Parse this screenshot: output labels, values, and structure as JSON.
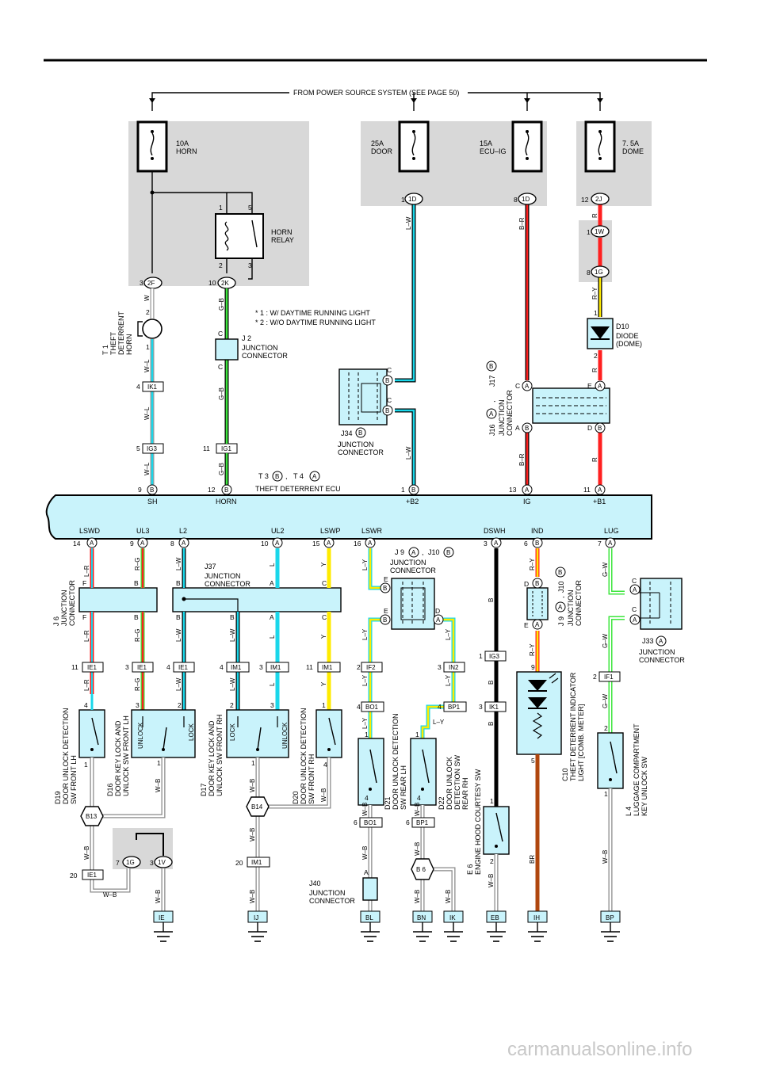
{
  "header": {
    "power_source_note": "FROM POWER SOURCE SYSTEM (SEE PAGE 50)"
  },
  "fuses": {
    "horn": {
      "rating": "10A",
      "name": "HORN"
    },
    "door": {
      "rating": "25A",
      "name": "DOOR"
    },
    "ecu_ig": {
      "rating": "15A",
      "name": "ECU–IG"
    },
    "dome": {
      "rating": "7. 5A",
      "name": "DOME"
    }
  },
  "relay": {
    "name1": "HORN",
    "name2": "RELAY",
    "pins": [
      "1",
      "5",
      "2",
      "3"
    ]
  },
  "footnotes": {
    "n1": "* 1 : W/ DAYTIME RUNNING LIGHT",
    "n2": "* 2 : W/O DAYTIME RUNNING LIGHT"
  },
  "components": {
    "t1": {
      "id": "T 1",
      "l1": "THEFT",
      "l2": "DETERRENT",
      "l3": "HORN"
    },
    "j2": {
      "id": "J 2",
      "l1": "JUNCTION",
      "l2": "CONNECTOR"
    },
    "j34": {
      "id": "J34",
      "l1": "JUNCTION",
      "l2": "CONNECTOR"
    },
    "j16": {
      "id": "J16",
      "sep": ",",
      "id2": "J17",
      "l1": "JUNCTION",
      "l2": "CONNECTOR"
    },
    "d10": {
      "id": "D10",
      "l1": "DIODE",
      "l2": "(DOME)"
    },
    "ecu": {
      "id1": "T 3",
      "sep": ",",
      "id2": "T 4",
      "name": "THEFT DETERRENT ECU"
    },
    "j6": {
      "id": "J 6",
      "l1": "JUNCTION",
      "l2": "CONNECTOR"
    },
    "j37": {
      "id": "J37",
      "l1": "JUNCTION",
      "l2": "CONNECTOR"
    },
    "j9": {
      "id": "J 9",
      "sep": ",",
      "id2": "J10",
      "l1": "JUNCTION",
      "l2": "CONNECTOR"
    },
    "j9b": {
      "id": "J 9",
      "sep": ",",
      "id2": "J10",
      "l1": "JUNCTION",
      "l2": "CONNECTOR"
    },
    "j33": {
      "id": "J33",
      "l1": "JUNCTION",
      "l2": "CONNECTOR"
    },
    "d19": {
      "id": "D19",
      "l1": "DOOR UNLOCK DETECTION",
      "l2": "SW FRONT LH"
    },
    "d16": {
      "id": "D16",
      "l1": "DOOR KEY LOCK AND",
      "l2": "UNLOCK SW FRONT LH"
    },
    "d17": {
      "id": "D17",
      "l1": "DOOR KEY LOCK AND",
      "l2": "UNLOCK SW FRONT RH"
    },
    "d20": {
      "id": "D20",
      "l1": "DOOR UNLOCK DETECTION",
      "l2": "SW FRONT RH"
    },
    "d21": {
      "id": "D21",
      "l1": "DOOR UNLOCK DETECTION",
      "l2": "SW REAR LH"
    },
    "d22": {
      "id": "D22",
      "l1": "DOOR UNLOCK",
      "l2": "DETECTION SW",
      "l3": "REAR RH"
    },
    "e6": {
      "id": "E 6",
      "l1": "ENGINE HOOD COURTESY SW"
    },
    "c10": {
      "id": "C10",
      "l1": "THEFT DETERRENT INDICATOR",
      "l2": "LIGHT [COMB. METER]"
    },
    "l4": {
      "id": "L 4",
      "l1": "LUGGAGE COMPARTMENT",
      "l2": "KEY UNLOCK SW"
    },
    "j40": {
      "id": "J40",
      "l1": "JUNCTION",
      "l2": "CONNECTOR"
    }
  },
  "ecu_top_terminals": [
    "SH",
    "HORN",
    "+B2",
    "IG",
    "+B1"
  ],
  "ecu_bottom_terminals": [
    "LSWD",
    "UL3",
    "L2",
    "UL2",
    "LSWP",
    "LSWR",
    "DSWH",
    "IND",
    "LUG"
  ],
  "switch_labels": {
    "unlock": "UNLOCK",
    "lock": "LOCK"
  },
  "connectors": {
    "c_2F": "2F",
    "c_2K": "2K",
    "c_1D": "1D",
    "c_2J": "2J",
    "c_1W": "1W",
    "c_1G": "1G",
    "c_IK1": "IK1",
    "c_IG3": "IG3",
    "c_IG1": "IG1",
    "c_IE1": "IE1",
    "c_IM1": "IM1",
    "c_IF2": "IF2",
    "c_IN2": "IN2",
    "c_BO1": "BO1",
    "c_BP1": "BP1",
    "c_IF1": "IF1",
    "c_B13": "B13",
    "c_B14": "B14",
    "c_B6": "B 6",
    "c_1V": "1V"
  },
  "grounds": [
    "IE",
    "IJ",
    "BL",
    "BN",
    "IK",
    "EB",
    "IH",
    "BP"
  ],
  "wire_colors": {
    "W": "W",
    "W-L": "W–L",
    "G-B": "G–B",
    "L-W": "L–W",
    "B-R": "B–R",
    "R": "R",
    "R-Y": "R–Y",
    "L-R": "L–R",
    "R-G": "R–G",
    "L": "L",
    "Y": "Y",
    "L-Y": "L–Y",
    "B": "B",
    "G-W": "G–W",
    "W-B": "W–B",
    "BR": "BR"
  },
  "website": "carmanualsonline.info"
}
